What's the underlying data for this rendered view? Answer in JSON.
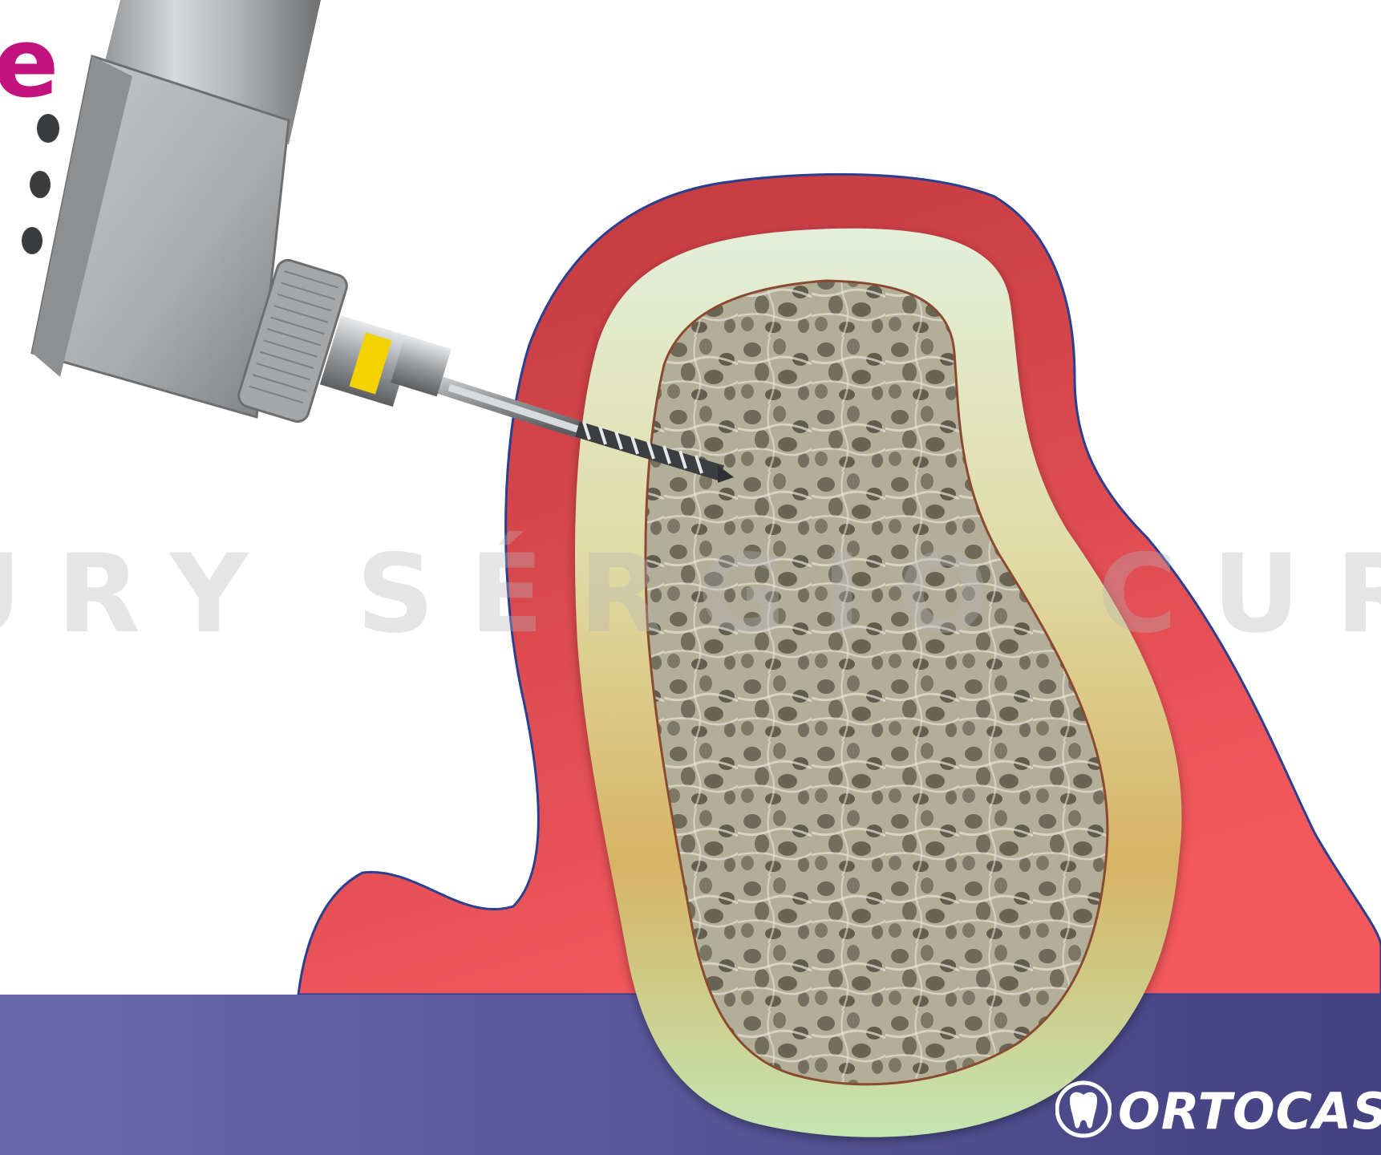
{
  "corner_text": "e",
  "watermark": "CURY SÉRGIO CURY",
  "brand": {
    "name": "ORTOCAST",
    "logo_icon": "tooth-icon"
  },
  "colors": {
    "band_left": "#6a68ad",
    "band_right": "#3f3e7a",
    "gum_top": "#c23a42",
    "gum_bottom": "#f0555a",
    "cortex_top": "#e4efdc",
    "cortex_mid": "#d8b765",
    "cortex_bottom": "#c8e6b4",
    "bone_base": "#a8a48e",
    "accent_magenta": "#c2127e",
    "drill_band": "#f2d300"
  }
}
